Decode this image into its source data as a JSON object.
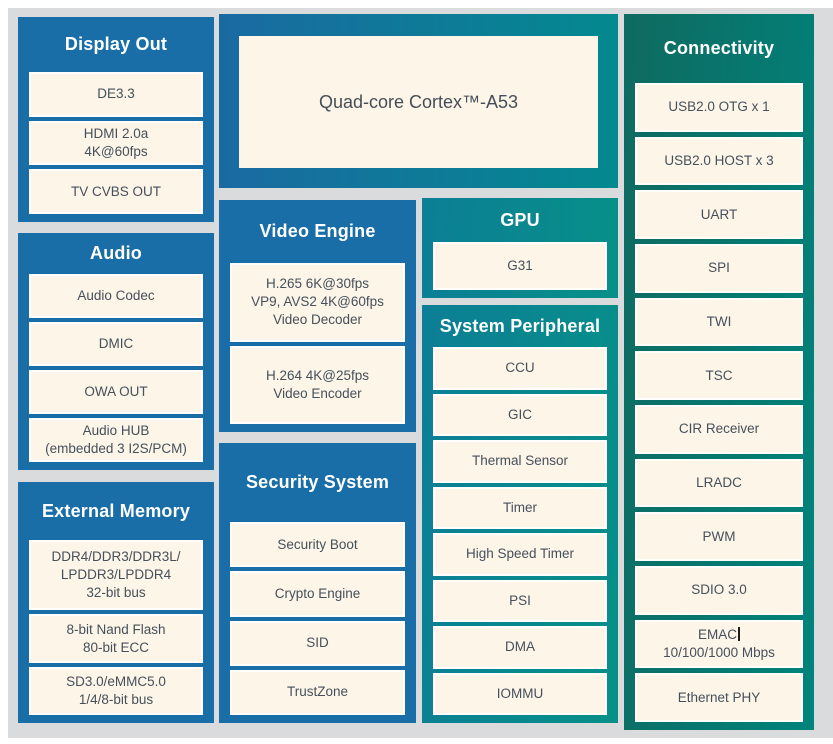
{
  "diagram": {
    "background": "#d9dbdc",
    "colors": {
      "blue_block": "#1a6ea7",
      "teal_block_start": "#0c7e95",
      "teal_block_end": "#079089",
      "green_block_start": "#0f6a60",
      "green_block_end": "#00847c",
      "cpu_gradient_start": "#1a6aa2",
      "cpu_gradient_end": "#03898f",
      "box_fill": "#fcf5e8",
      "box_text": "#46505b",
      "title_text": "#ffffff"
    },
    "cpu": {
      "label": "Quad-core Cortex™-A53"
    },
    "blocks": {
      "display_out": {
        "title": "Display Out",
        "items": [
          [
            "DE3.3"
          ],
          [
            "HDMI 2.0a",
            "4K@60fps"
          ],
          [
            "TV CVBS OUT"
          ]
        ]
      },
      "audio": {
        "title": "Audio",
        "items": [
          [
            "Audio Codec"
          ],
          [
            "DMIC"
          ],
          [
            "OWA OUT"
          ],
          [
            "Audio HUB",
            "(embedded 3 I2S/PCM)"
          ]
        ]
      },
      "external_memory": {
        "title": "External Memory",
        "items": [
          [
            "DDR4/DDR3/DDR3L/",
            "LPDDR3/LPDDR4",
            "32-bit bus"
          ],
          [
            "8-bit Nand Flash",
            "80-bit ECC"
          ],
          [
            "SD3.0/eMMC5.0",
            "1/4/8-bit bus"
          ]
        ]
      },
      "video_engine": {
        "title": "Video Engine",
        "items": [
          [
            "H.265 6K@30fps",
            "VP9, AVS2 4K@60fps",
            "Video Decoder"
          ],
          [
            "H.264 4K@25fps",
            "Video Encoder"
          ]
        ]
      },
      "security_system": {
        "title": "Security System",
        "items": [
          [
            "Security Boot"
          ],
          [
            "Crypto Engine"
          ],
          [
            "SID"
          ],
          [
            "TrustZone"
          ]
        ]
      },
      "gpu": {
        "title": "GPU",
        "items": [
          [
            "G31"
          ]
        ]
      },
      "system_peripheral": {
        "title": "System Peripheral",
        "items": [
          [
            "CCU"
          ],
          [
            "GIC"
          ],
          [
            "Thermal Sensor"
          ],
          [
            "Timer"
          ],
          [
            "High Speed Timer"
          ],
          [
            "PSI"
          ],
          [
            "DMA"
          ],
          [
            "IOMMU"
          ]
        ]
      },
      "connectivity": {
        "title": "Connectivity",
        "items": [
          [
            "USB2.0 OTG x 1"
          ],
          [
            "USB2.0 HOST x 3"
          ],
          [
            "UART"
          ],
          [
            "SPI"
          ],
          [
            "TWI"
          ],
          [
            "TSC"
          ],
          [
            "CIR Receiver"
          ],
          [
            "LRADC"
          ],
          [
            "PWM"
          ],
          [
            "SDIO 3.0"
          ],
          [
            "EMAC",
            "10/100/1000 Mbps"
          ],
          [
            "Ethernet PHY"
          ]
        ]
      }
    }
  }
}
